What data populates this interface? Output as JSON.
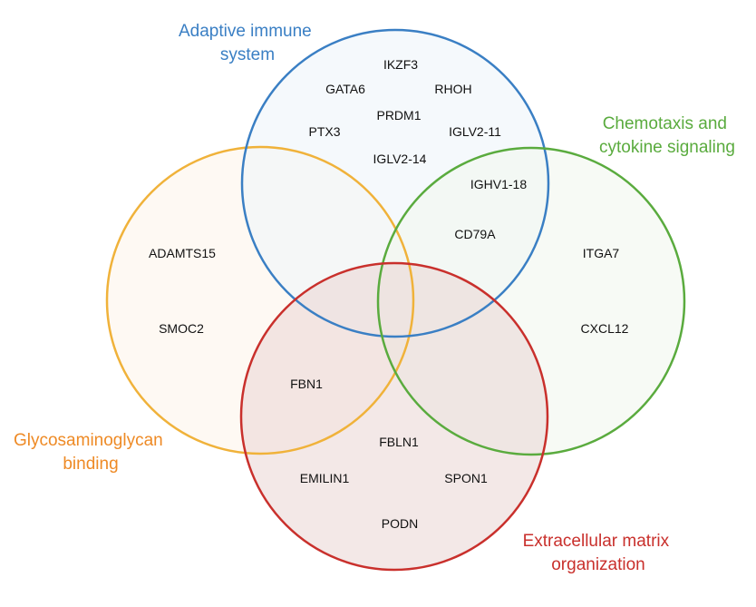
{
  "sets": {
    "adaptive": {
      "label_lines": [
        "Adaptive immune",
        "system"
      ],
      "color": "#3a7fc4",
      "fill": "#eef5fa"
    },
    "chemotaxis": {
      "label_lines": [
        "Chemotaxis and",
        "cytokine signaling"
      ],
      "color": "#5aab3e",
      "fill": "#f1f7ee"
    },
    "glycosaminoglycan": {
      "label_lines": [
        "Glycosaminoglycan",
        "binding"
      ],
      "color": "#f0b23a",
      "fill": "#fef5eb"
    },
    "ecm": {
      "label_lines": [
        "Extracellular matrix",
        "organization"
      ],
      "color": "#c9302c",
      "fill": "#ead6d3"
    }
  },
  "label_colors": {
    "adaptive": "#3a7fc4",
    "chemotaxis": "#5aab3e",
    "glycosaminoglycan": "#ee8a25",
    "ecm": "#c9302c"
  },
  "genes": {
    "ikzf3": "IKZF3",
    "gata6": "GATA6",
    "rhoh": "RHOH",
    "prdm1": "PRDM1",
    "ptx3": "PTX3",
    "iglv2_11": "IGLV2-11",
    "iglv2_14": "IGLV2-14",
    "ighv1_18": "IGHV1-18",
    "cd79a": "CD79A",
    "adamts15": "ADAMTS15",
    "smoc2": "SMOC2",
    "itga7": "ITGA7",
    "cxcl12": "CXCL12",
    "fbn1": "FBN1",
    "fbln1": "FBLN1",
    "emilin1": "EMILIN1",
    "spon1": "SPON1",
    "podn": "PODN"
  }
}
